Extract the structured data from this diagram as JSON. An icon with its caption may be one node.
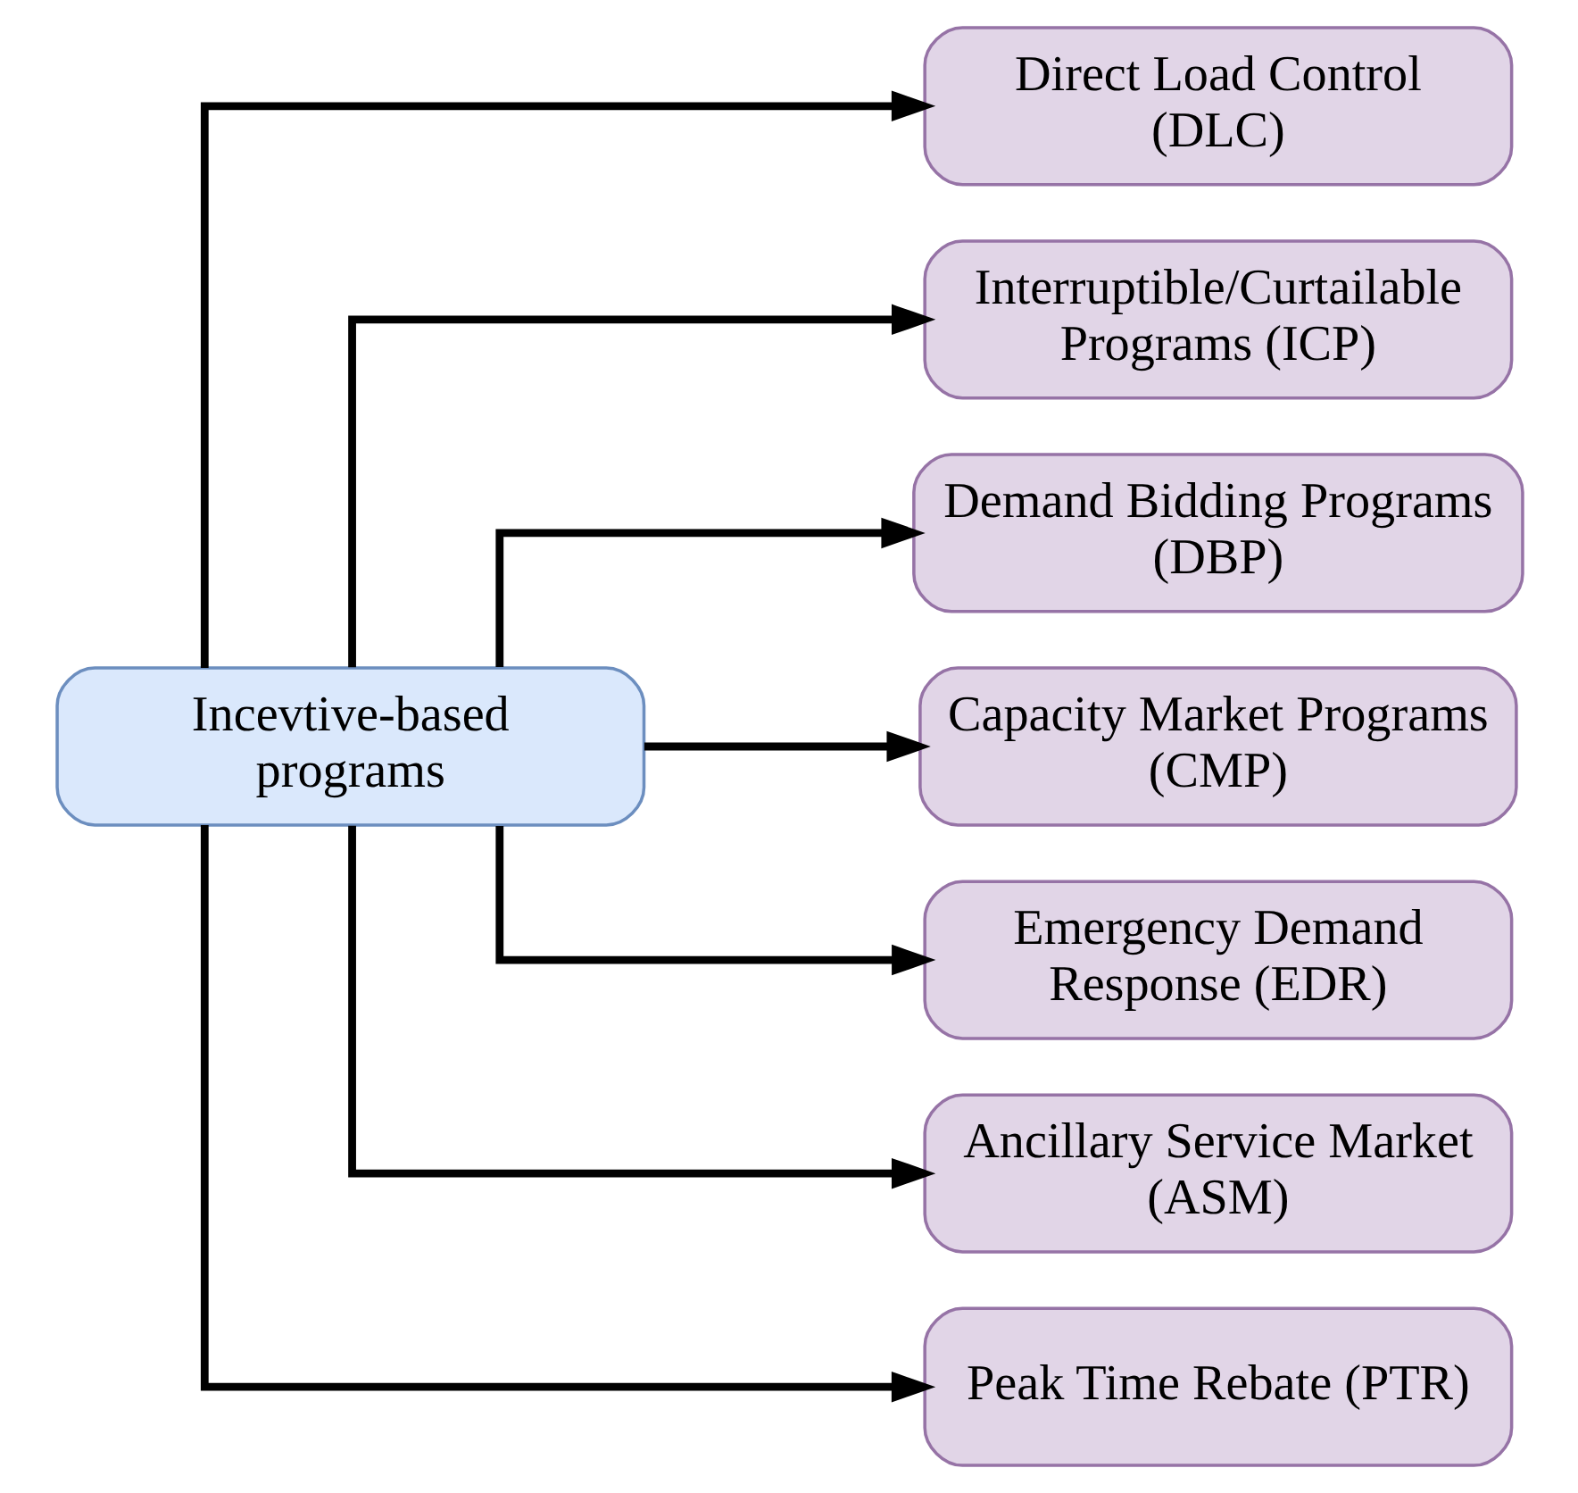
{
  "diagram": {
    "nodes": [
      {
        "text": [
          "Incevtive-based programs"
        ]
      },
      {
        "text": [
          "Direct Load Control (DLC)"
        ]
      },
      {
        "text": [
          "Interruptible/Curtailable Programs (ICP)"
        ]
      },
      {
        "text": [
          "Demand Bidding Programs (DBP)"
        ]
      },
      {
        "text": [
          "Capacity Market Programs (CMP)"
        ]
      },
      {
        "text": [
          "Emergency Demand Response (EDR)"
        ]
      },
      {
        "text": [
          "Ancillary Service Market (ASM)"
        ]
      },
      {
        "text": [
          "Peak Time Rebate (PTR)"
        ]
      }
    ],
    "edges": [
      {
        "from": 0,
        "to": 1,
        "arrow": "to"
      },
      {
        "from": 0,
        "to": 2,
        "arrow": "to"
      },
      {
        "from": 0,
        "to": 3,
        "arrow": "to"
      },
      {
        "from": 0,
        "to": 4,
        "arrow": "to"
      },
      {
        "from": 0,
        "to": 5,
        "arrow": "to"
      },
      {
        "from": 0,
        "to": 6,
        "arrow": "to"
      },
      {
        "from": 0,
        "to": 7,
        "arrow": "to"
      }
    ]
  }
}
